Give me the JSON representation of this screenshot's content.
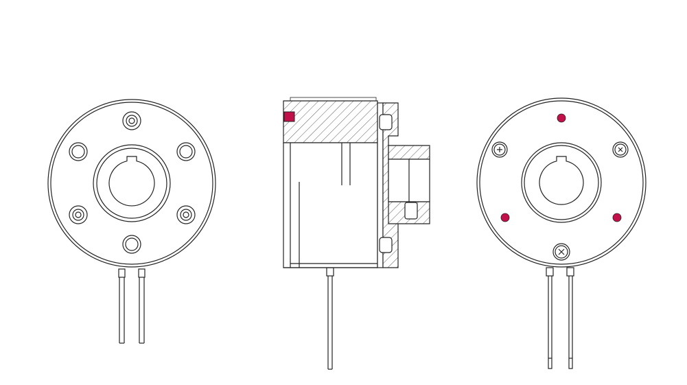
{
  "colors": {
    "line": "#222222",
    "accent": "#c2104a",
    "background": "#ffffff"
  },
  "views": {
    "front": {
      "name": "front-view"
    },
    "side": {
      "name": "side-section-view"
    },
    "back": {
      "name": "back-view"
    }
  }
}
